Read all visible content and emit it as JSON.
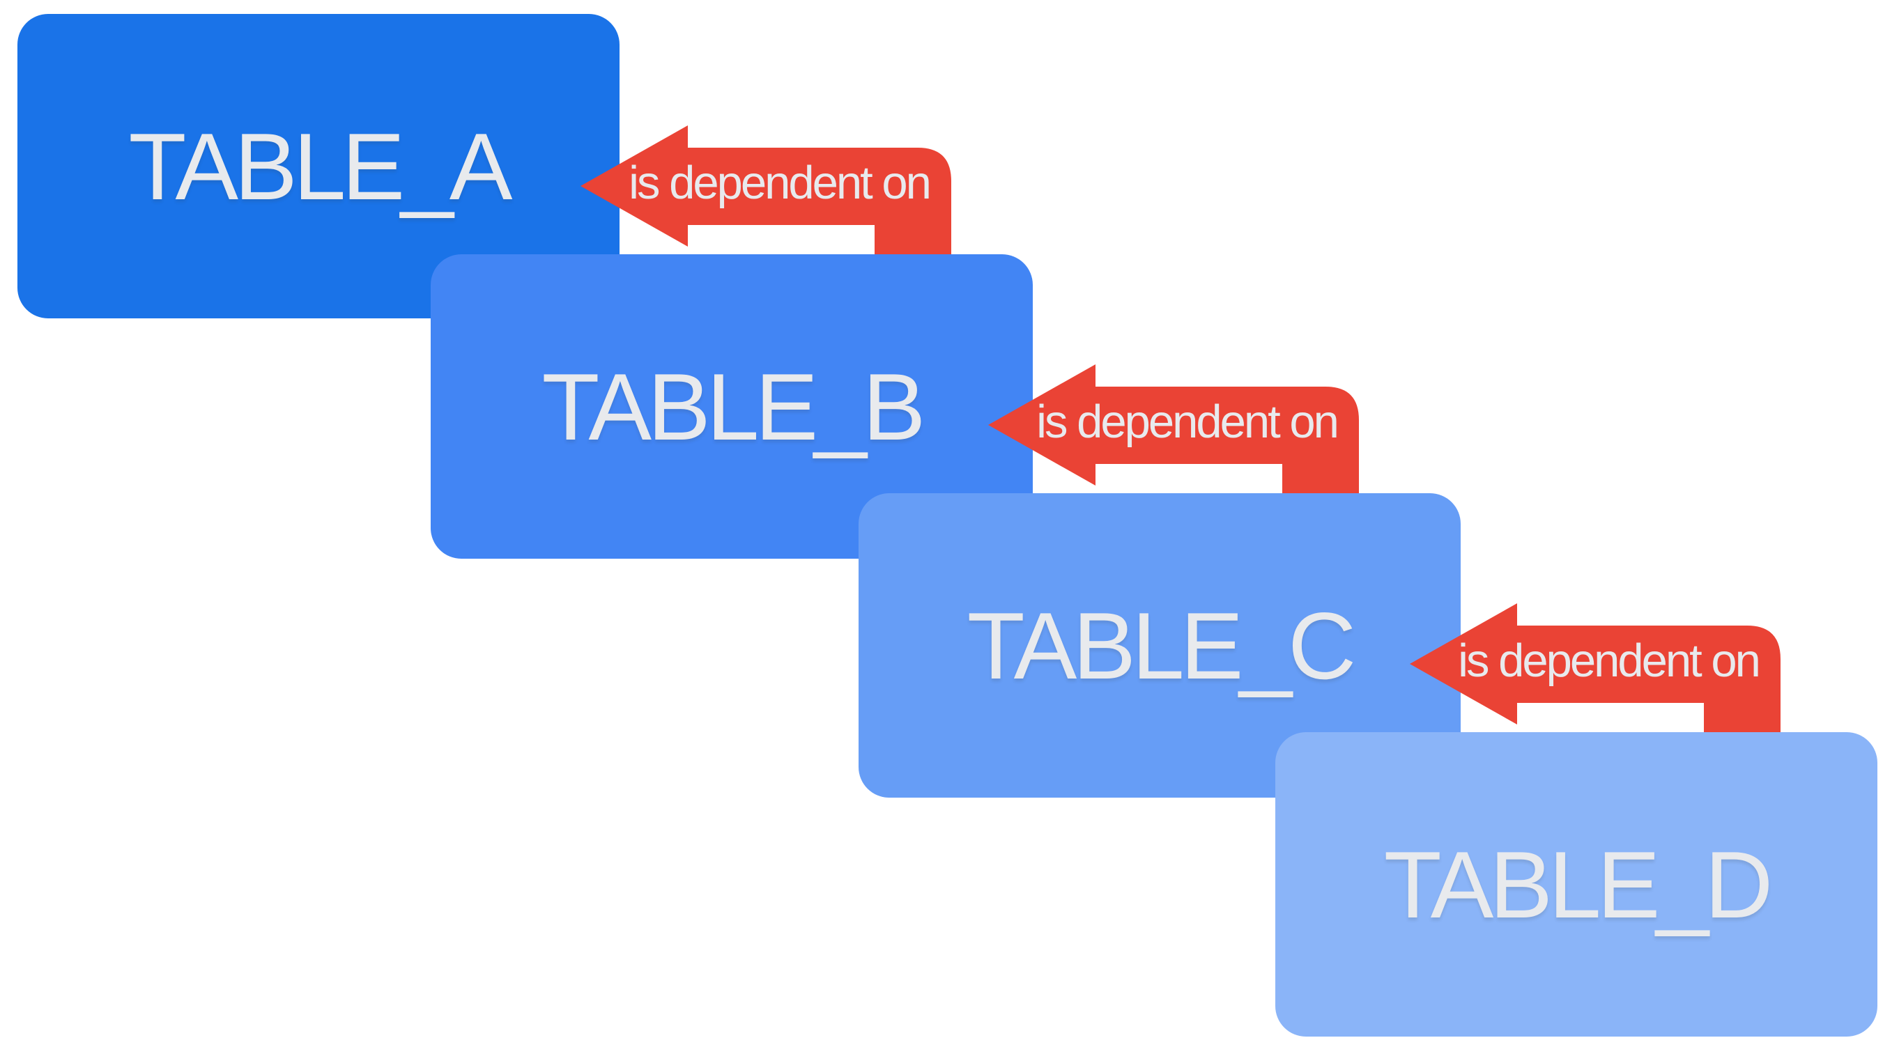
{
  "colors": {
    "background": "#ffffff",
    "table_a": "#1A73E8",
    "table_b": "#4285F4",
    "table_c": "#669DF6",
    "table_d": "#8AB4F8",
    "arrow_red": "#EA4335",
    "label_text": "#E8EAED"
  },
  "tables": [
    {
      "label": "TABLE_A"
    },
    {
      "label": "TABLE_B"
    },
    {
      "label": "TABLE_C"
    },
    {
      "label": "TABLE_D"
    }
  ],
  "arrows": [
    {
      "label": "is dependent on",
      "from": "TABLE_B",
      "to": "TABLE_A"
    },
    {
      "label": "is dependent on",
      "from": "TABLE_C",
      "to": "TABLE_B"
    },
    {
      "label": "is dependent on",
      "from": "TABLE_D",
      "to": "TABLE_C"
    }
  ]
}
